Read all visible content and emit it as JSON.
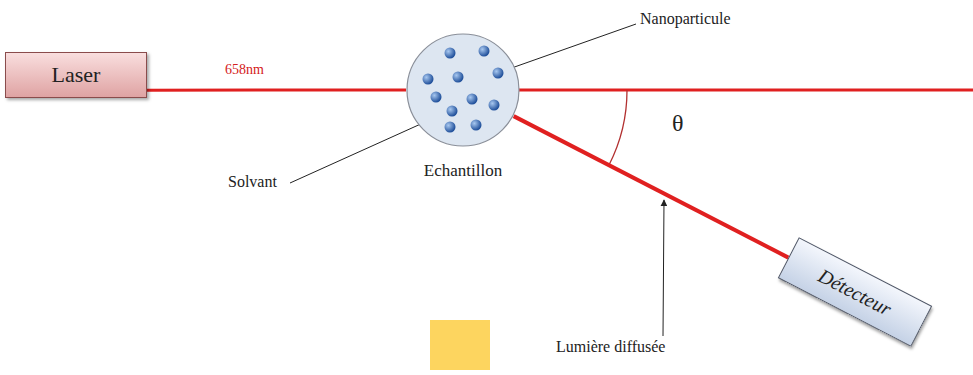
{
  "diagram": {
    "nodes": [
      {
        "text": [
          "Laser"
        ]
      },
      {
        "text": [
          "Echantillon"
        ]
      },
      {
        "text": [
          "Détecteur"
        ]
      }
    ],
    "edges": [
      {
        "from": 0,
        "to": 1,
        "arrow": "none",
        "label": "658nm"
      },
      {
        "from": 1,
        "to": 2,
        "arrow": "none"
      }
    ],
    "labels": [
      "Nanoparticule",
      "Solvant",
      "Lumière diffusée",
      "θ"
    ]
  }
}
